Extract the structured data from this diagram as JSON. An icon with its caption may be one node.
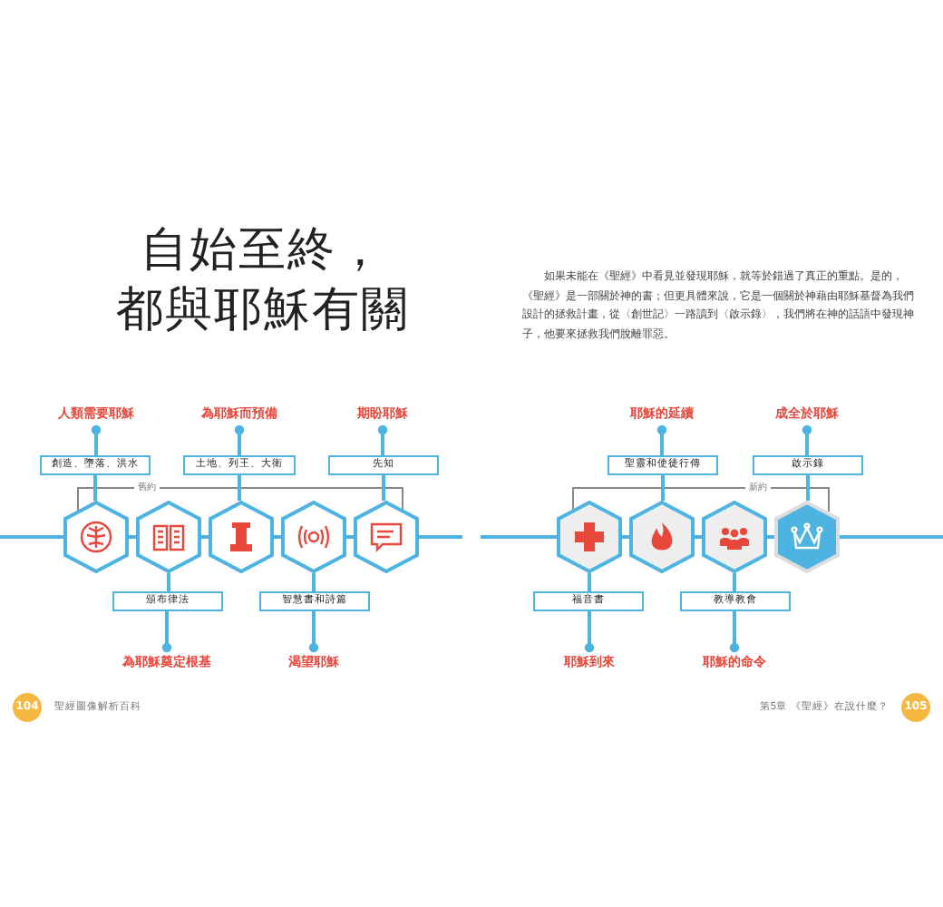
{
  "diagram": {
    "title": "自始至終，都與耶穌有關",
    "nodes": [
      {
        "text": [
          "人類需要耶穌"
        ]
      },
      {
        "text": [
          "為耶穌而預備"
        ]
      },
      {
        "text": [
          "期盼耶穌"
        ]
      },
      {
        "text": [
          "耶穌的延續"
        ]
      },
      {
        "text": [
          "成全於耶穌"
        ]
      },
      {
        "text": [
          "創造、墮落、洪水"
        ]
      },
      {
        "text": [
          "土地、列王、大衛"
        ]
      },
      {
        "text": [
          "先知"
        ]
      },
      {
        "text": [
          "聖靈和使徒行傳"
        ]
      },
      {
        "text": [
          "啟示錄"
        ]
      },
      {
        "text": [],
        "shape": "hexagon"
      },
      {
        "text": [],
        "shape": "hexagon"
      },
      {
        "text": [],
        "shape": "hexagon"
      },
      {
        "text": [],
        "shape": "hexagon"
      },
      {
        "text": [],
        "shape": "hexagon"
      },
      {
        "text": [],
        "shape": "hexagon"
      },
      {
        "text": [],
        "shape": "hexagon"
      },
      {
        "text": [],
        "shape": "hexagon"
      },
      {
        "text": [],
        "shape": "hexagon"
      },
      {
        "text": [
          "頒布律法"
        ]
      },
      {
        "text": [
          "智慧書和詩篇"
        ]
      },
      {
        "text": [
          "福音書"
        ]
      },
      {
        "text": [
          "教導教會"
        ]
      },
      {
        "text": [
          "為耶穌奠定根基"
        ]
      },
      {
        "text": [
          "渴望耶穌"
        ]
      },
      {
        "text": [
          "耶穌到來"
        ]
      },
      {
        "text": [
          "耶穌的命令"
        ]
      },
      {
        "text": [
          "104"
        ]
      },
      {
        "text": [
          "105"
        ]
      }
    ],
    "edges": [
      {
        "from": 0,
        "to": 5,
        "arrow": "other"
      },
      {
        "from": 1,
        "to": 6,
        "arrow": "other"
      },
      {
        "from": 2,
        "to": 7,
        "arrow": "other"
      },
      {
        "from": 3,
        "to": 8,
        "arrow": "other"
      },
      {
        "from": 4,
        "to": 9,
        "arrow": "other"
      },
      {
        "from": 5,
        "to": 10,
        "arrow": "none"
      },
      {
        "from": 6,
        "to": 12,
        "arrow": "none"
      },
      {
        "from": 7,
        "to": 14,
        "arrow": "none"
      },
      {
        "from": 8,
        "to": 16,
        "arrow": "none"
      },
      {
        "from": 9,
        "to": 18,
        "arrow": "none"
      },
      {
        "from": 11,
        "to": 19,
        "arrow": "none"
      },
      {
        "from": 13,
        "to": 20,
        "arrow": "none"
      },
      {
        "from": 15,
        "to": 21,
        "arrow": "none"
      },
      {
        "from": 17,
        "to": 22,
        "arrow": "none"
      },
      {
        "from": 23,
        "to": 19,
        "arrow": "other"
      },
      {
        "from": 24,
        "to": 20,
        "arrow": "other"
      },
      {
        "from": 25,
        "to": 21,
        "arrow": "other"
      },
      {
        "from": 26,
        "to": 22,
        "arrow": "other"
      },
      {
        "from": null,
        "to": 10,
        "arrow": "none"
      },
      {
        "from": 10,
        "to": 11,
        "arrow": "none"
      },
      {
        "from": 11,
        "to": 12,
        "arrow": "none"
      },
      {
        "from": 12,
        "to": 13,
        "arrow": "none"
      },
      {
        "from": 13,
        "to": 14,
        "arrow": "none"
      },
      {
        "from": 14,
        "to": null,
        "arrow": "none"
      },
      {
        "from": null,
        "to": 15,
        "arrow": "none"
      },
      {
        "from": 15,
        "to": 16,
        "arrow": "none"
      },
      {
        "from": 16,
        "to": 17,
        "arrow": "none"
      },
      {
        "from": 17,
        "to": 18,
        "arrow": "none"
      },
      {
        "from": 18,
        "to": null,
        "arrow": "none"
      }
    ],
    "labels": [
      "如果未能在《聖經》中看見並發現耶穌，就等於錯過了真正的重點。是的，《聖經》是一部關於神的書；但更具體來說，它是一個關於神藉由耶穌基督為我們設計的拯救計畫，從〈創世記〉一路讀到〈啟示錄〉，我們將在神的話語中發現神子，他要來拯救我們脫離罪惡。",
      "舊約",
      "新約",
      "聖經圖像解析百科",
      "第5章 《聖經》在說什麼？"
    ]
  }
}
